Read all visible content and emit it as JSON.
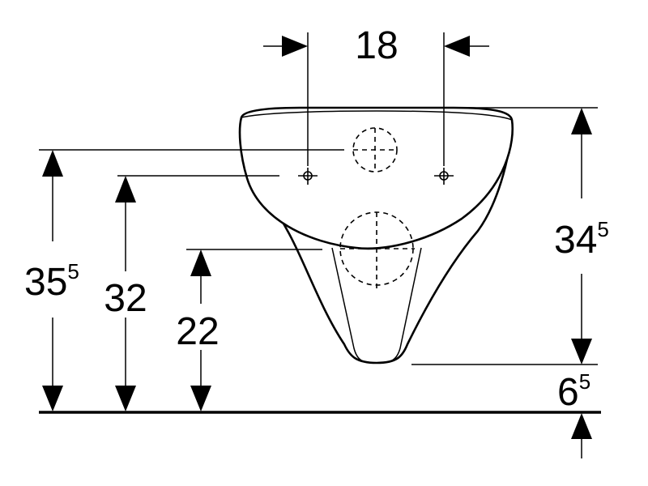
{
  "dimensions": {
    "pipe_spacing": {
      "main": "18",
      "sup": ""
    },
    "outer_height": {
      "main": "35",
      "sup": "5"
    },
    "fixing_height": {
      "main": "32",
      "sup": ""
    },
    "outlet_height": {
      "main": "22",
      "sup": ""
    },
    "bowl_height": {
      "main": "34",
      "sup": "5"
    },
    "base_clearance": {
      "main": "6",
      "sup": "5"
    }
  },
  "colors": {
    "line": "#000000",
    "background": "#ffffff"
  }
}
